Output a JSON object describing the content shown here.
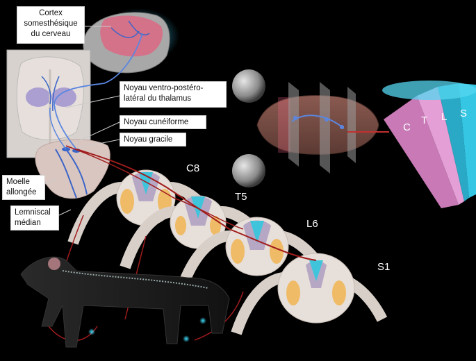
{
  "callouts": {
    "cortex": "Cortex somesthésique du cerveau",
    "thalamus": "Noyau ventro-postéro-latéral du thalamus",
    "cuneate": "Noyau cunéiforme",
    "gracile": "Noyau gracile",
    "medulla": "Moelle allongée",
    "lemniscus": "Lemniscal médian"
  },
  "segments": {
    "c8": "C8",
    "t5": "T5",
    "l6": "L6",
    "s1": "S1"
  },
  "fan": {
    "c": "C",
    "t": "T",
    "l": "L",
    "s": "S"
  },
  "colors": {
    "background": "#000000",
    "pathway_blue": "#3a64c8",
    "pathway_red": "#a01c1c",
    "dorsal_column_cyan": "#3fc4dc",
    "fan_pink": "#d58ac7",
    "fan_cyan": "#2ab6d6"
  }
}
